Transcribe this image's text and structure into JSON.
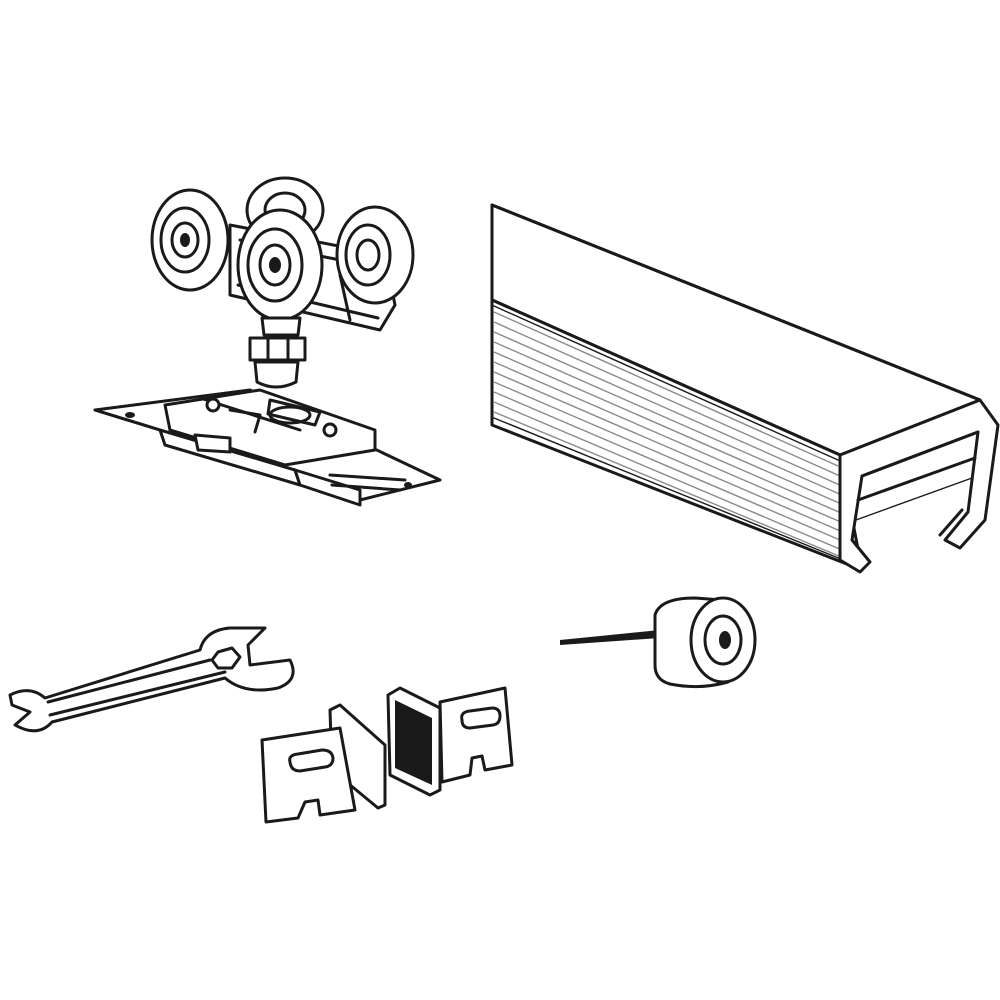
{
  "diagram": {
    "parts": [
      {
        "id": "roller-carriage",
        "icon": "four-wheel-roller-trolley"
      },
      {
        "id": "mounting-bracket",
        "icon": "top-fixing-plate"
      },
      {
        "id": "track-rail",
        "icon": "box-track-profile"
      },
      {
        "id": "wrench",
        "icon": "open-end-spanner"
      },
      {
        "id": "door-guides",
        "icon": "floor-guide-pair"
      },
      {
        "id": "door-stop",
        "icon": "rubber-stopper-with-pin"
      }
    ],
    "colors": {
      "line": "#1a1a1a",
      "background": "#ffffff",
      "shade": "#8a8a8a"
    }
  }
}
